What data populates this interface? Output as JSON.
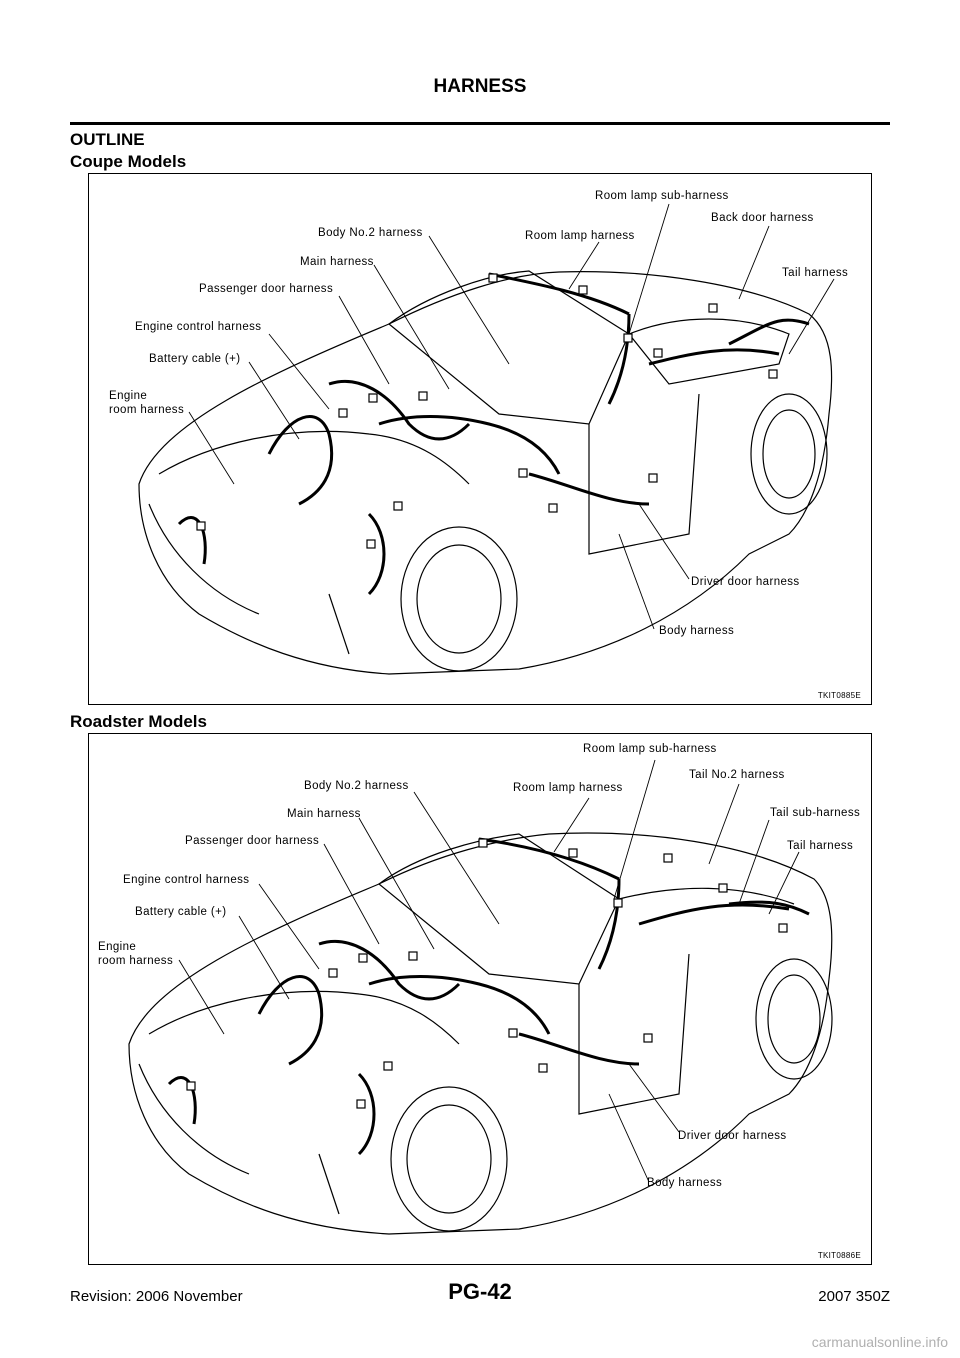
{
  "header": {
    "title": "HARNESS"
  },
  "section": {
    "title": "OUTLINE"
  },
  "coupe": {
    "title": "Coupe Models",
    "figure_id": "TKIT0885E",
    "callouts": {
      "room_lamp_sub": "Room  lamp  sub-harness",
      "back_door": "Back  door  harness",
      "body_no2": "Body  No.2  harness",
      "room_lamp": "Room  lamp  harness",
      "main": "Main  harness",
      "tail": "Tail  harness",
      "passenger_door": "Passenger  door  harness",
      "engine_control": "Engine  control  harness",
      "battery_cable": "Battery  cable  (+)",
      "engine_room_1": "Engine",
      "engine_room_2": "room  harness",
      "driver_door": "Driver  door  harness",
      "body": "Body  harness"
    }
  },
  "roadster": {
    "title": "Roadster Models",
    "figure_id": "TKIT0886E",
    "callouts": {
      "room_lamp_sub": "Room  lamp  sub-harness",
      "tail_no2": "Tail  No.2  harness",
      "body_no2": "Body  No.2  harness",
      "room_lamp": "Room  lamp  harness",
      "main": "Main  harness",
      "tail_sub": "Tail  sub-harness",
      "tail": "Tail  harness",
      "passenger_door": "Passenger  door  harness",
      "engine_control": "Engine  control  harness",
      "battery_cable": "Battery  cable  (+)",
      "engine_room_1": "Engine",
      "engine_room_2": "room  harness",
      "driver_door": "Driver  door  harness",
      "body": "Body  harness"
    }
  },
  "footer": {
    "revision": "Revision: 2006 November",
    "page": "PG-42",
    "model": "2007 350Z"
  },
  "watermark": "carmanualsonline.info"
}
